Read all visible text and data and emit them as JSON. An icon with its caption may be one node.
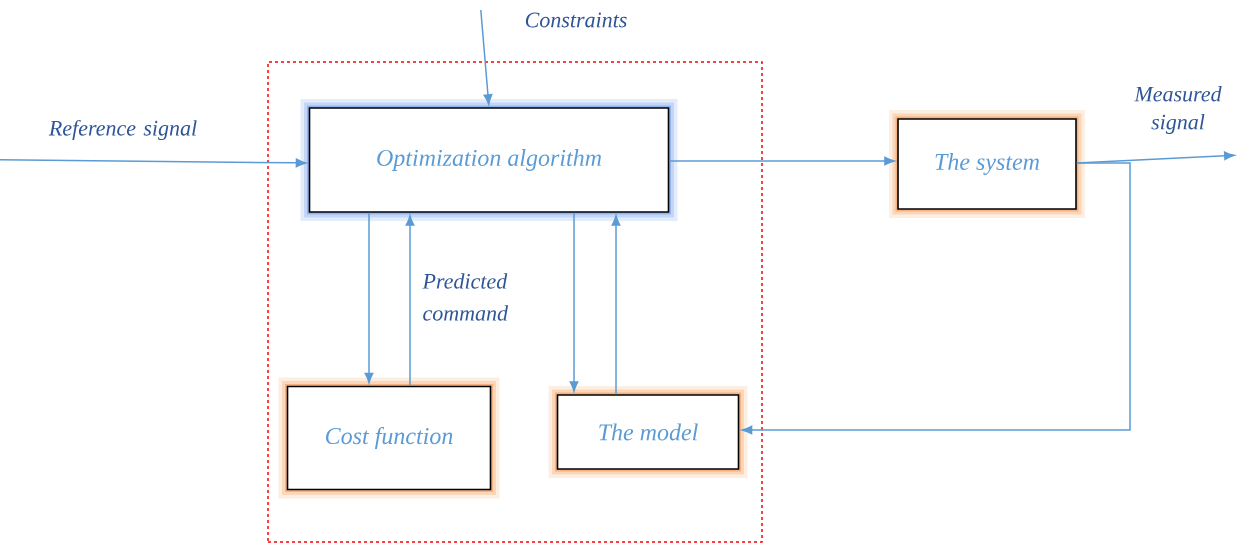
{
  "diagram": {
    "nodes": [
      {
        "text": [],
        "shape": "box"
      },
      {
        "text": [
          "Optimization algorithm"
        ],
        "in": 0
      },
      {
        "text": [
          "Cost function"
        ],
        "in": 0
      },
      {
        "text": [
          "The model"
        ],
        "in": 0
      },
      {
        "text": [
          "The system"
        ]
      },
      {
        "text": [
          "Reference signal"
        ]
      },
      {
        "text": [
          "Constraints"
        ]
      },
      {
        "text": [
          "Measured signal"
        ]
      }
    ],
    "edges": [
      {
        "from": 5,
        "to": 1,
        "arrow": "to"
      },
      {
        "from": 6,
        "to": 1,
        "arrow": "to"
      },
      {
        "from": 1,
        "to": 2,
        "arrow": "to"
      },
      {
        "from": 2,
        "to": 1,
        "arrow": "to"
      },
      {
        "from": 1,
        "to": 3,
        "arrow": "to"
      },
      {
        "from": 3,
        "to": 1,
        "arrow": "to"
      },
      {
        "from": 1,
        "to": 4,
        "arrow": "to"
      },
      {
        "from": 4,
        "to": 7,
        "arrow": "to"
      },
      {
        "from": 4,
        "to": 3,
        "arrow": "to"
      }
    ],
    "labels": [
      "Predicted command"
    ]
  }
}
